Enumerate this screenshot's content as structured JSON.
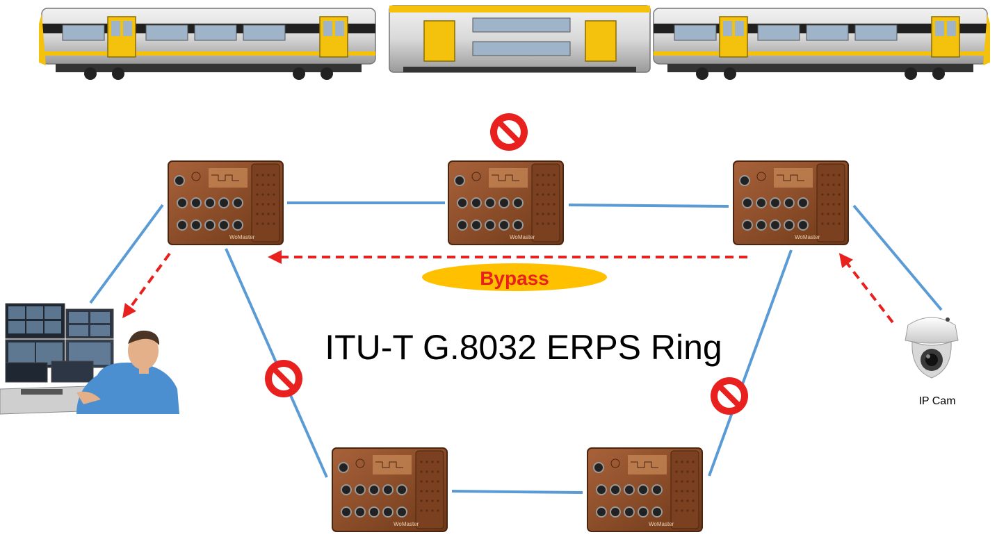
{
  "diagram": {
    "title": "ITU-T G.8032 ERPS Ring",
    "bypass_label": "Bypass",
    "ipcam_label": "IP Cam",
    "switch_brand": "WoMaster"
  },
  "colors": {
    "link": "#5b9bd5",
    "bypass_arrow": "#e8201e",
    "bypass_badge": "#ffc000",
    "bypass_text": "#e8201e",
    "block_sign": "#e8201e",
    "switch_body": "#8b4a22",
    "train_yellow": "#f4c20d",
    "background": "#ffffff"
  },
  "icons": {
    "train": "train-illustration",
    "switch": "industrial-ethernet-switch-icon",
    "block": "no-entry-sign-icon",
    "operator": "operator-workstation-icon",
    "camera": "dome-camera-icon"
  }
}
